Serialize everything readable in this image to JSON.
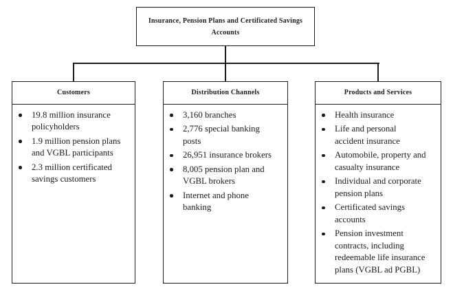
{
  "root": {
    "title": "Insurance, Pension Plans and Certificated Savings\nAccounts"
  },
  "columns": [
    {
      "header": "Customers",
      "items": [
        "19.8 million insurance\npolicyholders",
        "1.9 million pension plans\nand VGBL participants",
        "2.3 million certificated\nsavings customers"
      ]
    },
    {
      "header": "Distribution Channels",
      "items": [
        "3,160 branches",
        "2,776 special banking\nposts",
        "26,951 insurance brokers",
        "8,005 pension plan and\nVGBL brokers",
        "Internet and phone\nbanking"
      ]
    },
    {
      "header": "Products and Services",
      "items": [
        "Health insurance",
        "Life and personal\naccident insurance",
        "Automobile, property and\ncasualty insurance",
        "Individual and corporate\npension plans",
        "Certificated savings\naccounts",
        "Pension investment\ncontracts, including\nredeemable life insurance\nplans (VGBL ad PGBL)"
      ]
    }
  ],
  "colors": {
    "line": "#1b1b1b",
    "text": "#1b1b1b",
    "background": "#ffffff"
  }
}
